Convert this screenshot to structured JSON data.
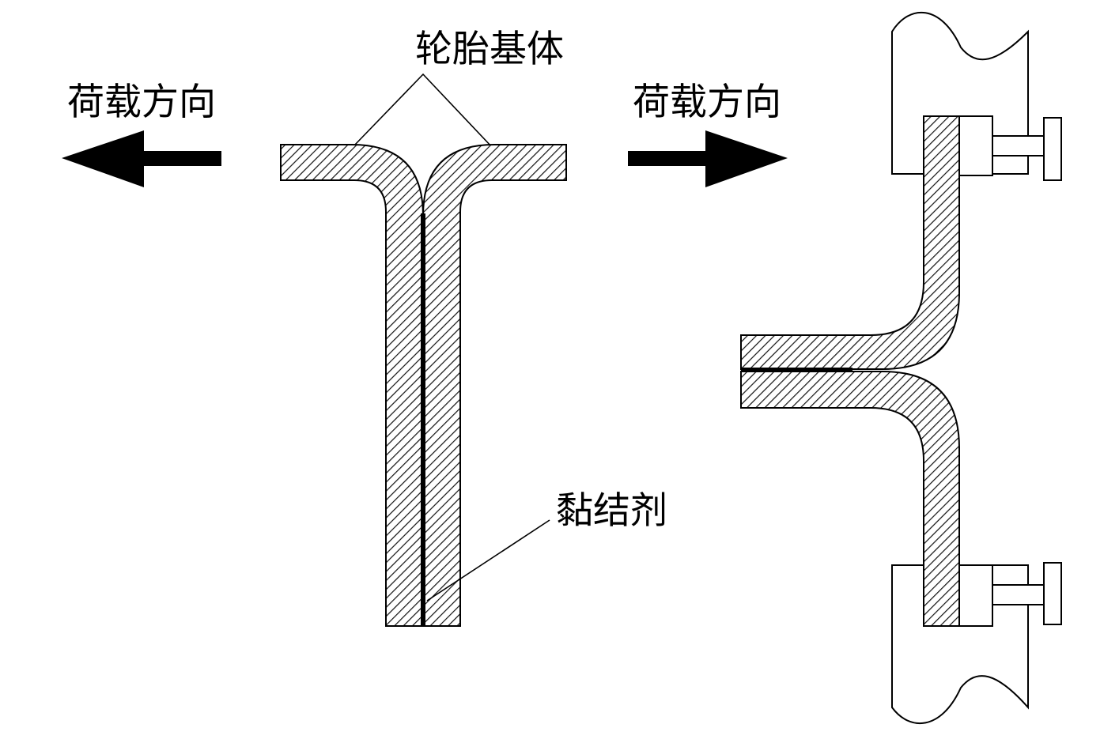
{
  "labels": {
    "load_direction_left": "荷载方向",
    "load_direction_right": "荷载方向",
    "tire_matrix": "轮胎基体",
    "adhesive": "黏结剂"
  }
}
